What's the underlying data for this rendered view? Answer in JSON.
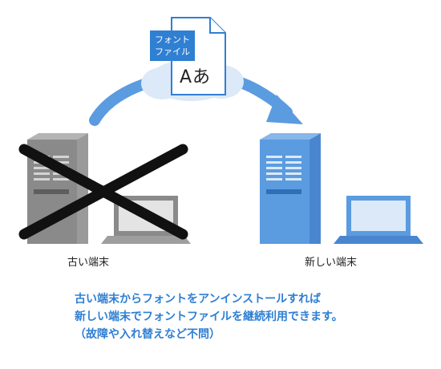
{
  "font_file": {
    "tag_line1": "フォント",
    "tag_line2": "ファイル",
    "glyph_sample": "Aあ",
    "accent_color": "#2f7fd3"
  },
  "old_device": {
    "label": "古い端末",
    "status": "crossed-out",
    "color": "#8a8a8a"
  },
  "new_device": {
    "label": "新しい端末",
    "color": "#5b9be0"
  },
  "caption": {
    "line1": "古い端末からフォントをアンインストールすれば",
    "line2": "新しい端末でフォントファイルを継続利用できます。",
    "line3": "（故障や入れ替えなど不問）"
  },
  "icons": [
    "cloud-icon",
    "document-icon",
    "arrow-icon",
    "tower-pc-icon",
    "laptop-icon",
    "cross-mark-icon"
  ]
}
